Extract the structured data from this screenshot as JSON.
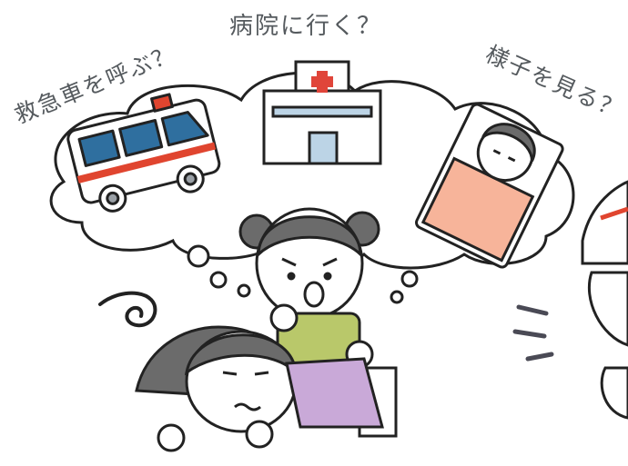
{
  "labels": {
    "call_ambulance": "救急車を呼ぶ？",
    "go_hospital": "病院に行く？",
    "watch_and_wait": "様子を見る？"
  },
  "colors": {
    "outline": "#222222",
    "hair": "#6b6b6b",
    "ambulance_blue": "#2f6f9f",
    "red_stripe": "#e0452f",
    "hospital_cross": "#e0453a",
    "hospital_band": "#bcd4e6",
    "blanket": "#f7b49a",
    "green_shirt": "#b9c86a",
    "purple_cloth": "#c9a9d8",
    "skin": "#ffffff",
    "text_gray": "#555a5e"
  },
  "icons": [
    "ambulance-icon",
    "hospital-icon",
    "sick-person-in-bed-icon",
    "dizzy-swirl-icon",
    "alert-lines-icon"
  ]
}
